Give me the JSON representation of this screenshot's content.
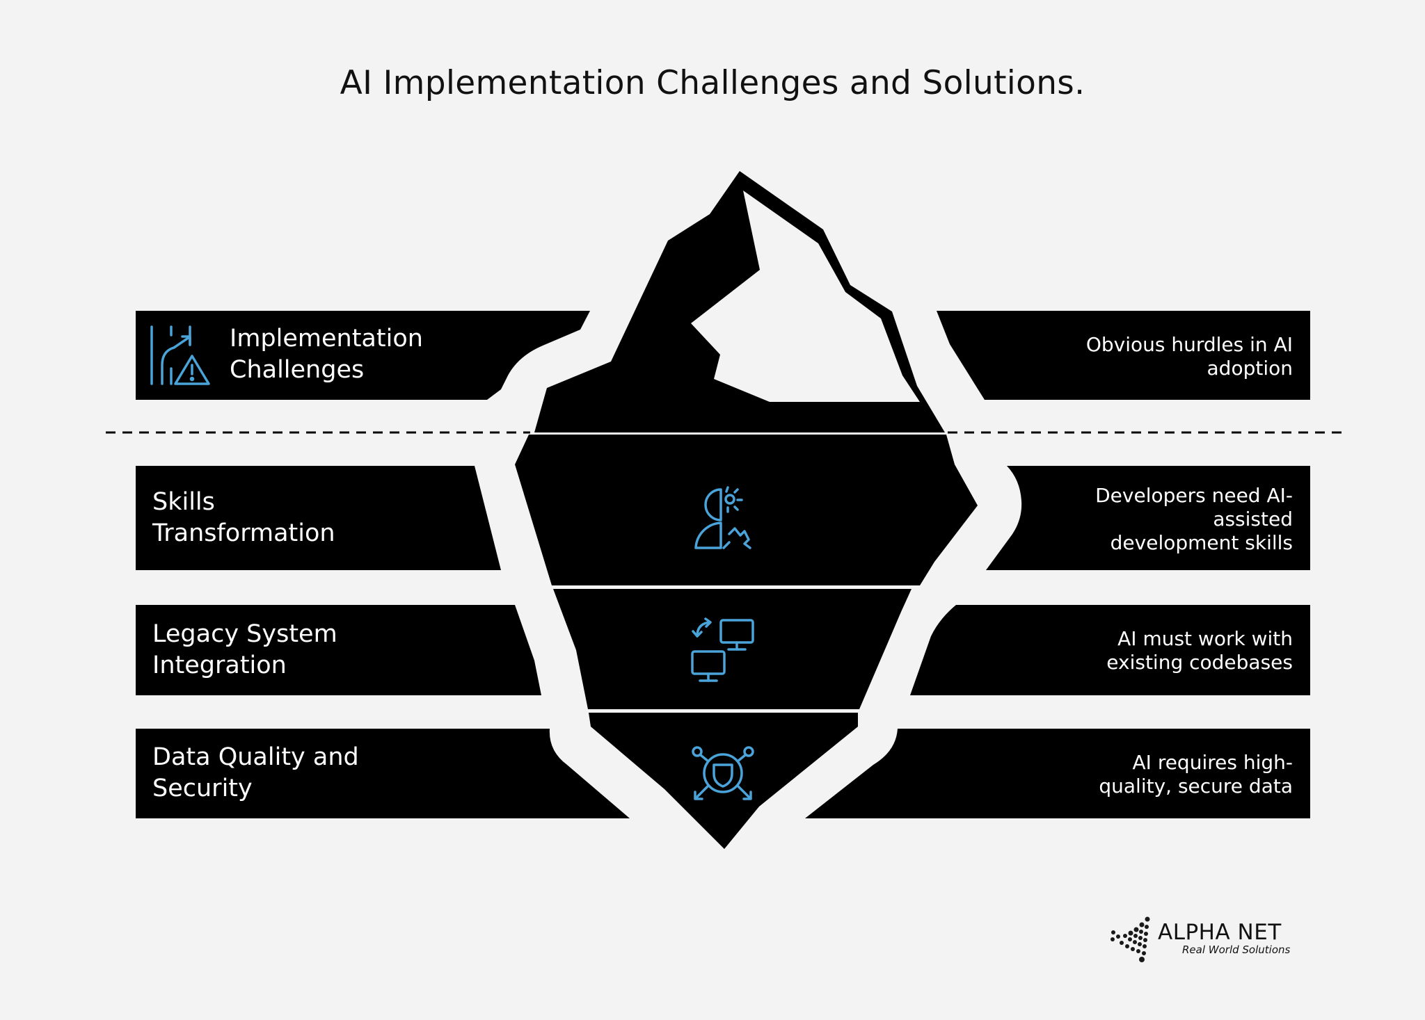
{
  "title": "AI Implementation Challenges and Solutions.",
  "colors": {
    "background": "#f3f3f3",
    "band": "#000000",
    "icon_accent": "#4aa3d9",
    "text_on_band": "#ffffff"
  },
  "rows": [
    {
      "label_lines": [
        "Implementation",
        "Challenges"
      ],
      "description_lines": [
        "Obvious hurdles in AI",
        "adoption"
      ],
      "icon": "challenge-warning-icon"
    },
    {
      "label_lines": [
        "Skills",
        "Transformation"
      ],
      "description_lines": [
        "Developers need AI-",
        "assisted",
        "development skills"
      ],
      "icon": "head-gear-icon"
    },
    {
      "label_lines": [
        "Legacy System",
        "Integration"
      ],
      "description_lines": [
        "AI must work with",
        "existing codebases"
      ],
      "icon": "monitor-sync-icon"
    },
    {
      "label_lines": [
        "Data Quality and",
        "Security"
      ],
      "description_lines": [
        "AI requires high-",
        "quality, secure data"
      ],
      "icon": "shield-network-icon"
    }
  ],
  "logo": {
    "name": "ALPHA NET",
    "tagline": "Real World Solutions"
  }
}
